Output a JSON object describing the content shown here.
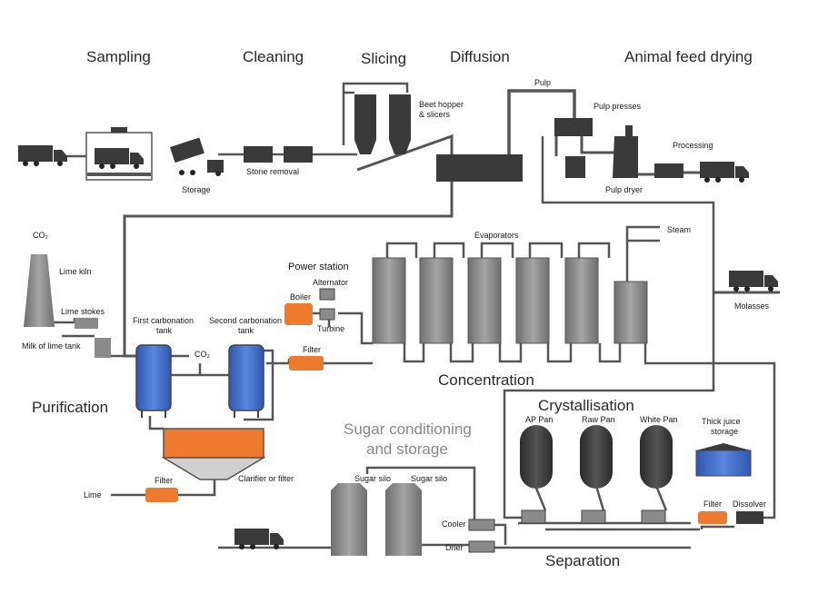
{
  "sections": {
    "sampling": "Sampling",
    "cleaning": "Cleaning",
    "slicing": "Slicing",
    "diffusion": "Diffusion",
    "animal_feed_drying": "Animal feed drying",
    "purification": "Purification",
    "concentration": "Concentration",
    "crystallisation": "Crystallisation",
    "sugar_conditioning": [
      "Sugar conditioning",
      "and storage"
    ],
    "separation": "Separation",
    "power_station": "Power station"
  },
  "labels": {
    "storage": "Storage",
    "stone_removal": "Stone removal",
    "beet_hopper": [
      "Beet hopper",
      "& slicers"
    ],
    "pulp": "Pulp",
    "pulp_presses": "Pulp presses",
    "processing": "Processing",
    "pulp_dryer": "Pulp dryer",
    "co2_top": "CO₂",
    "lime_kiln": "Lime kiln",
    "lime_stokes": "Lime stokes",
    "milk_of_lime_tank": "Milk of lime tank",
    "first_carbonation_tank": [
      "First carbonation",
      "tank"
    ],
    "second_carbonation_tank": [
      "Second carbonation",
      "tank"
    ],
    "co2_mid": "CO₂",
    "alternator": "Alternator",
    "boiler": "Boiler",
    "turbine": "Turbine",
    "filter_mid": "Filter",
    "evaporators": "Evaporators",
    "steam": "Steam",
    "molasses": "Molasses",
    "clarifier": "Clarifier or filter",
    "lime": "Lime",
    "filter_low": "Filter",
    "sugar_silo_1": "Sugar silo",
    "sugar_silo_2": "Sugar silo",
    "cooler": "Cooler",
    "drier": "Drier",
    "ap_pan": "AP Pan",
    "raw_pan": "Raw Pan",
    "white_pan": "White Pan",
    "thick_juice_storage": [
      "Thick juice",
      "storage"
    ],
    "filter_right": "Filter",
    "dissolver": "Dissolver"
  },
  "colors": {
    "grey": "#8a8a8a",
    "dark": "#3a3a3a",
    "orange": "#ee7a2d",
    "blue": "#3f6cc9",
    "line": "#555555"
  }
}
